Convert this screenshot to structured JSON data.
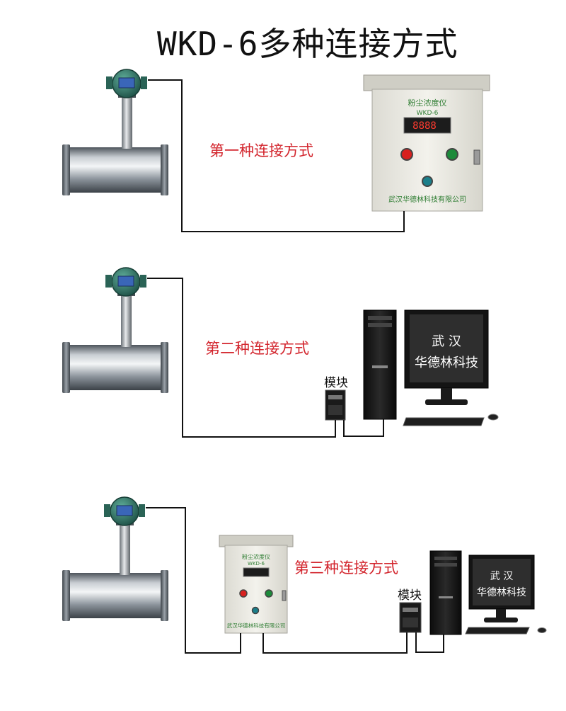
{
  "title": "WKD-6多种连接方式",
  "colors": {
    "method_label": "#d3262e",
    "cabinet_body": "#ecebe4",
    "cabinet_caption": "#2e7d32",
    "wire": "#111111",
    "pipe": "#8a929c",
    "flange": "#5f666d",
    "transmitter_head": "#2f7a6a",
    "screen_bg": "#f2f2f2"
  },
  "methods": [
    {
      "label": "第一种连接方式"
    },
    {
      "label": "第二种连接方式",
      "module_label": "模块"
    },
    {
      "label": "第三种连接方式",
      "module_label": "模块"
    }
  ],
  "cabinet": {
    "name": "粉尘浓度仪",
    "model": "WKD-6",
    "display": "8888",
    "company": "武汉华德林科技有限公司"
  },
  "monitor": {
    "line1": "武 汉",
    "line2": "华德林科技"
  }
}
